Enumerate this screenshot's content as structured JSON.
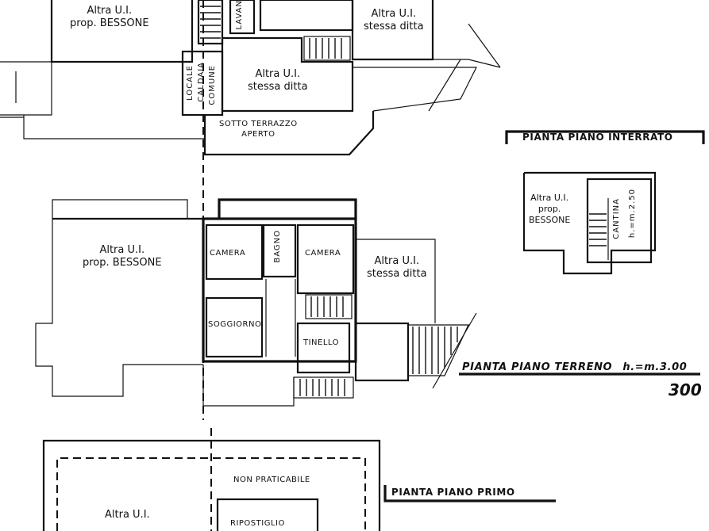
{
  "basement": {
    "title": "PIANTA PIANO INTERRATO",
    "left_unit": {
      "line1": "Altra U.I.",
      "line2": "prop. BESSONE"
    },
    "right_unit": {
      "line1": "Altra U.I.",
      "line2": "stessa ditta"
    },
    "center_unit": {
      "line1": "Altra U.I.",
      "line2": "stessa ditta"
    },
    "terrace": {
      "line1": "SOTTO TERRAZZO",
      "line2": "APERTO"
    },
    "vertical_labels": [
      "LOCALE",
      "CALDAIA",
      "COMUNE",
      "LAVAN"
    ]
  },
  "cellar_inset": {
    "unit": {
      "line1": "Altra U.I.",
      "line2": "prop.",
      "line3": "BESSONE"
    },
    "cantina": "CANTINA",
    "height": "h.=m.2.50"
  },
  "ground": {
    "title": "PIANTA PIANO TERRENO",
    "height": "h.=m.3.00",
    "scale_mark": "300",
    "left_unit": {
      "line1": "Altra U.I.",
      "line2": "prop. BESSONE"
    },
    "right_unit": {
      "line1": "Altra U.I.",
      "line2": "stessa ditta"
    },
    "rooms": {
      "camera_1": "CAMERA",
      "bagno": "BAGNO",
      "camera_2": "CAMERA",
      "soggiorno": "SOGGIORNO",
      "tinello": "TINELLO"
    }
  },
  "first": {
    "title": "PIANTA PIANO PRIMO",
    "left_unit": {
      "line1": "Altra U.I."
    },
    "non_praticabile": "NON PRATICABILE",
    "ripostiglio": "RIPOSTIGLIO"
  }
}
